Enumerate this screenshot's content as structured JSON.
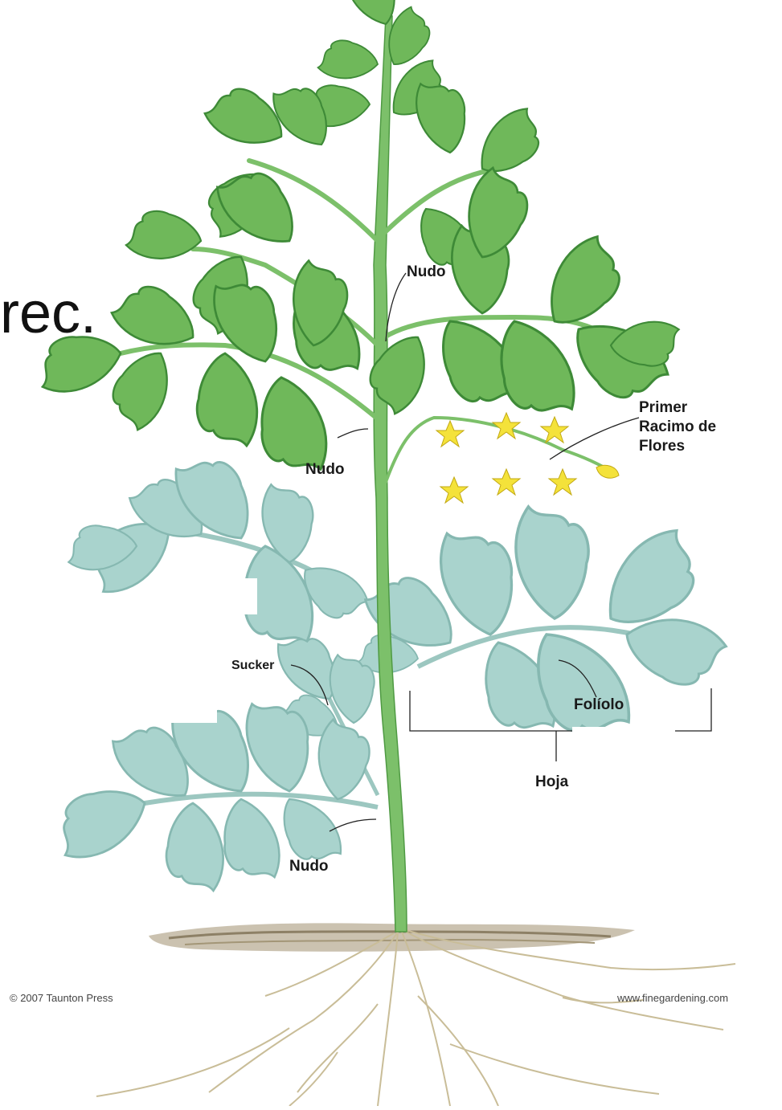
{
  "slide_text": "rec.",
  "labels": {
    "nudo_top": "Nudo",
    "nudo_mid": "Nudo",
    "nudo_bottom": "Nudo",
    "primer_line1": "Primer",
    "primer_line2": "Racimo de",
    "primer_line3": "Flores",
    "sucker": "Sucker",
    "foliolo": "Folíolo",
    "hoja": "Hoja"
  },
  "credits": {
    "copyright": "© 2007 Taunton Press",
    "website": "www.finegardening.com"
  },
  "colors": {
    "leaf_upper": "#6fb85a",
    "leaf_upper_dark": "#3e8a37",
    "leaf_lower": "#a9d3cd",
    "leaf_lower_dark": "#86b8b1",
    "stem": "#7cc06a",
    "flower": "#f4e23a",
    "soil": "#b9ad95",
    "root": "#c9bd98"
  }
}
